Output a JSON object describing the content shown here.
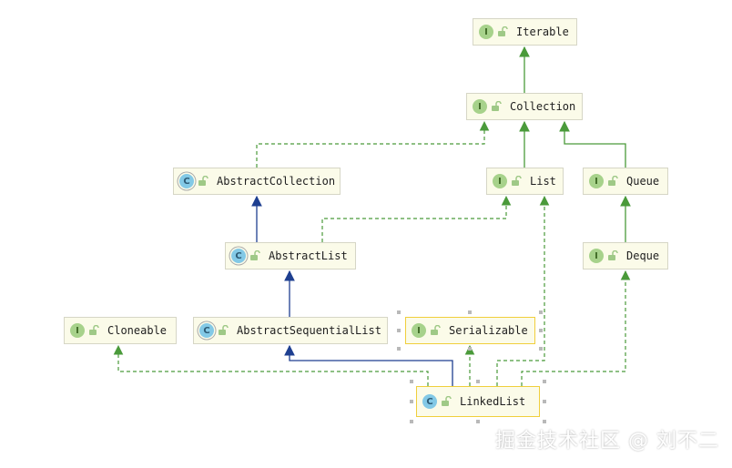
{
  "colors": {
    "implements": "#4a9a3a",
    "extends": "#1e3f90",
    "node_fill": "#fbfbe9",
    "node_border": "#d6d6c6",
    "selected_border": "#f0cf3c"
  },
  "nodes": {
    "iterable": {
      "kind": "I",
      "label": "Iterable"
    },
    "collection": {
      "kind": "I",
      "label": "Collection"
    },
    "abstract_collection": {
      "kind": "C",
      "label": "AbstractCollection"
    },
    "list": {
      "kind": "I",
      "label": "List"
    },
    "queue": {
      "kind": "I",
      "label": "Queue"
    },
    "abstract_list": {
      "kind": "C",
      "label": "AbstractList"
    },
    "deque": {
      "kind": "I",
      "label": "Deque"
    },
    "cloneable": {
      "kind": "I",
      "label": "Cloneable"
    },
    "abstract_sequential_list": {
      "kind": "C",
      "label": "AbstractSequentialList"
    },
    "serializable": {
      "kind": "I",
      "label": "Serializable"
    },
    "linked_list": {
      "kind": "C",
      "label": "LinkedList"
    }
  },
  "relations": [
    {
      "from": "Collection",
      "to": "Iterable",
      "type": "extends-interface"
    },
    {
      "from": "AbstractCollection",
      "to": "Collection",
      "type": "implements"
    },
    {
      "from": "List",
      "to": "Collection",
      "type": "extends-interface"
    },
    {
      "from": "Queue",
      "to": "Collection",
      "type": "extends-interface"
    },
    {
      "from": "AbstractList",
      "to": "AbstractCollection",
      "type": "extends"
    },
    {
      "from": "AbstractList",
      "to": "List",
      "type": "implements"
    },
    {
      "from": "Deque",
      "to": "Queue",
      "type": "extends-interface"
    },
    {
      "from": "AbstractSequentialList",
      "to": "AbstractList",
      "type": "extends"
    },
    {
      "from": "LinkedList",
      "to": "AbstractSequentialList",
      "type": "extends"
    },
    {
      "from": "LinkedList",
      "to": "Cloneable",
      "type": "implements"
    },
    {
      "from": "LinkedList",
      "to": "Serializable",
      "type": "implements"
    },
    {
      "from": "LinkedList",
      "to": "List",
      "type": "implements"
    },
    {
      "from": "LinkedList",
      "to": "Deque",
      "type": "implements"
    }
  ],
  "watermark": "掘金技术社区 @ 刘不二"
}
